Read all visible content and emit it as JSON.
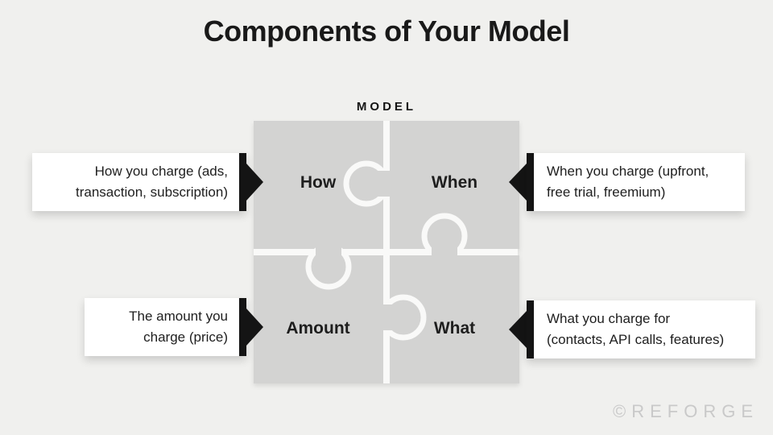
{
  "title": "Components of Your Model",
  "model_label": "MODEL",
  "watermark": "©REFORGE",
  "pieces": [
    {
      "id": "how",
      "label": "How"
    },
    {
      "id": "when",
      "label": "When"
    },
    {
      "id": "amount",
      "label": "Amount"
    },
    {
      "id": "what",
      "label": "What"
    }
  ],
  "callouts": [
    {
      "side": "left",
      "points_to": "how",
      "lines": [
        "How you charge (ads,",
        "transaction, subscription)"
      ]
    },
    {
      "side": "right",
      "points_to": "when",
      "lines": [
        "When you charge (upfront,",
        "free trial, freemium)"
      ]
    },
    {
      "side": "left",
      "points_to": "amount",
      "lines": [
        "The amount you",
        "charge (price)"
      ]
    },
    {
      "side": "right",
      "points_to": "what",
      "lines": [
        "What you charge for",
        "(contacts, API calls, features)"
      ]
    }
  ],
  "colors": {
    "background": "#f0f0ee",
    "puzzle_piece": "#d3d3d2",
    "puzzle_gap": "#f9f9f8",
    "callout_background": "#ffffff",
    "arrow_black": "#141414",
    "title_text": "#191919",
    "watermark_gray": "#c9c9c9"
  }
}
